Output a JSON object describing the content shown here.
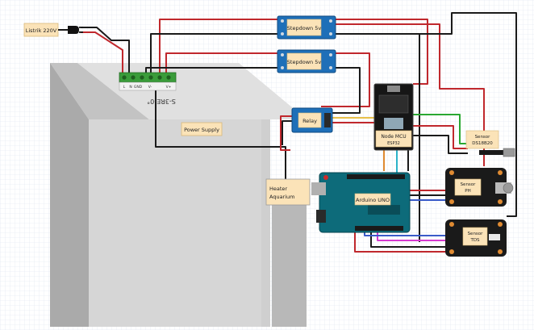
{
  "diagram": {
    "labels": {
      "power_in": "Listrik 220V",
      "stepdown_1": "Stepdown 5v",
      "stepdown_2": "Stepdown 5v",
      "relay": "Relay",
      "power_supply": "Power Supply",
      "psu_mirror_text": "S-3RE-0°",
      "heater_line1": "Heater",
      "heater_line2": "Aquarium",
      "nodemcu_line1": "Node MCU",
      "nodemcu_line2": "ESP32",
      "arduino": "Arduino UNO",
      "ds18_line1": "Sensor",
      "ds18_line2": "DS18B20",
      "ph_line1": "Sensor",
      "ph_line2": "PH",
      "tds_line1": "Sensor",
      "tds_line2": "TDS",
      "terminal_labels": [
        "L",
        "N",
        "GND",
        "V-",
        "",
        "V+"
      ]
    },
    "colors": {
      "red_wire": "#c0282d",
      "black_wire": "#1a1a1a",
      "green_wire": "#2aa832",
      "cyan_wire": "#2bb3c9",
      "orange_wire": "#e08b32",
      "magenta_wire": "#d63ad0",
      "label_fill": "#fbe3b8",
      "module_blue": "#1e6fb8",
      "arduino_teal": "#0d6b7a"
    }
  }
}
